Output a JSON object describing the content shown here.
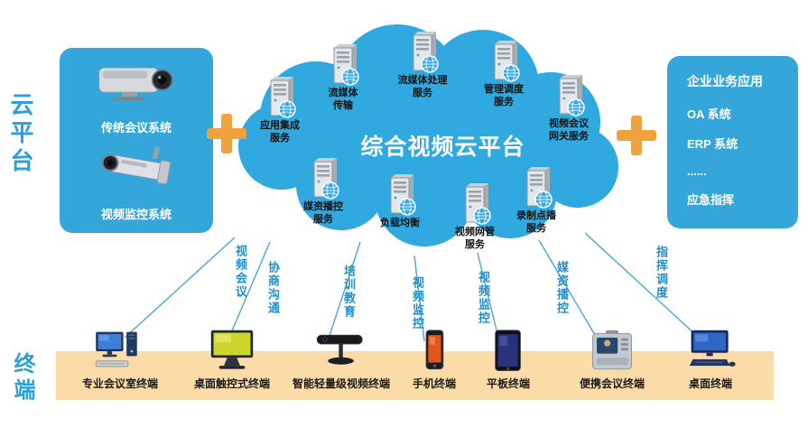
{
  "colors": {
    "cloud_blue": "#2FA9DF",
    "panel_blue": "#35A6DA",
    "plus_orange": "#EFA23E",
    "band_orange": "#FBDCA8",
    "line_blue": "#4AA5D8",
    "connection_label_blue": "#1E8FCB"
  },
  "icons": {
    "plus": "+",
    "server": "server-tower-with-globe",
    "conference_camera": "video-conference-camera",
    "cctv_camera": "surveillance-camera"
  },
  "side_labels": {
    "cloud_platform": "云平台",
    "terminal": "终端"
  },
  "left_panel": {
    "items": [
      {
        "icon": "conference-camera",
        "label": "传统会议系统"
      },
      {
        "icon": "cctv-camera",
        "label": "视频监控系统"
      }
    ]
  },
  "cloud": {
    "title": "综合视频云平台",
    "services": [
      {
        "line1": "应用集成",
        "line2": "服务"
      },
      {
        "line1": "流媒体",
        "line2": "传输"
      },
      {
        "line1": "流媒体处理",
        "line2": "服务"
      },
      {
        "line1": "管理调度",
        "line2": "服务"
      },
      {
        "line1": "视频会议",
        "line2": "网关服务"
      },
      {
        "line1": "媒资播控",
        "line2": "服务"
      },
      {
        "line1": "负载均衡",
        "line2": ""
      },
      {
        "line1": "视频网管",
        "line2": "服务"
      },
      {
        "line1": "录制点播",
        "line2": "服务"
      }
    ]
  },
  "right_panel": {
    "title": "企业业务应用",
    "items": [
      "OA 系统",
      "ERP 系统",
      "......",
      "应急指挥"
    ]
  },
  "connections": [
    {
      "label": "视频会议"
    },
    {
      "label": "协商沟通"
    },
    {
      "label": "培训教育"
    },
    {
      "label": "视频监控"
    },
    {
      "label": "视频监控"
    },
    {
      "label": "媒资播控"
    },
    {
      "label": "指挥调度"
    }
  ],
  "terminals": [
    {
      "icon": "conference-room-pc",
      "label": "专业会议室终端"
    },
    {
      "icon": "touch-monitor",
      "label": "桌面触控式终端"
    },
    {
      "icon": "smart-video-bar",
      "label": "智能轻量级视频终端"
    },
    {
      "icon": "smartphone",
      "label": "手机终端"
    },
    {
      "icon": "tablet",
      "label": "平板终端"
    },
    {
      "icon": "portable-terminal",
      "label": "便携会议终端"
    },
    {
      "icon": "desktop-pc",
      "label": "桌面终端"
    }
  ]
}
